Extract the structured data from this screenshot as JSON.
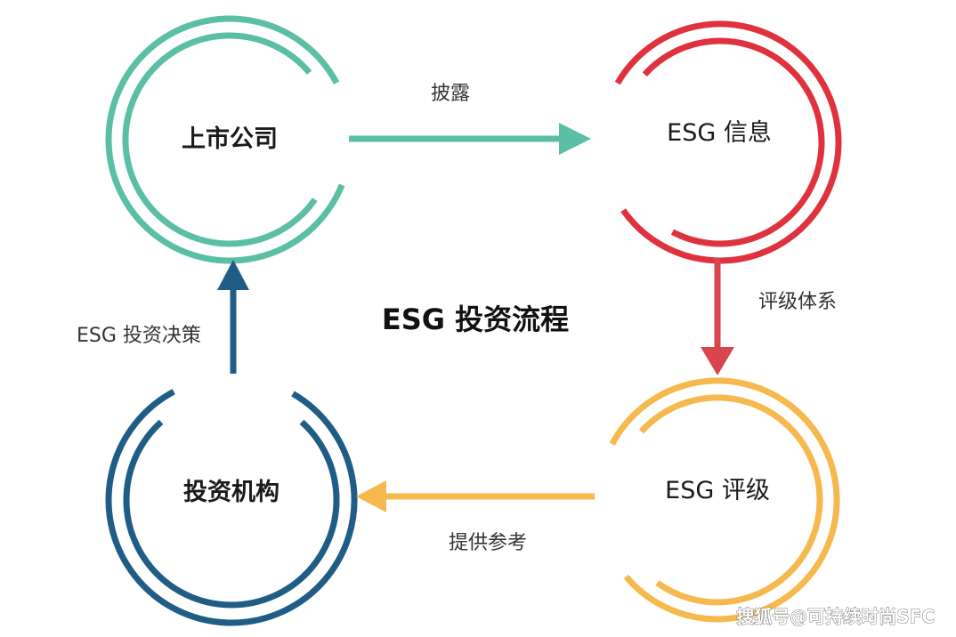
{
  "title": "ESG 投资流程",
  "nodes": {
    "listed_company": {
      "label": "上市公司",
      "color": "#5bbfa5"
    },
    "esg_info": {
      "label": "ESG 信息",
      "color": "#e0323e"
    },
    "esg_rating": {
      "label": "ESG 评级",
      "color": "#f5b94d"
    },
    "investor": {
      "label": "投资机构",
      "color": "#1f5d86"
    }
  },
  "edges": {
    "disclose": {
      "label": "披露",
      "color": "#5bbfa5"
    },
    "rating_system": {
      "label": "评级体系",
      "color": "#d9454c"
    },
    "provide_reference": {
      "label": "提供参考",
      "color": "#f5b94d"
    },
    "investment_decision": {
      "label": "ESG 投资决策",
      "color": "#1f5d86"
    }
  },
  "watermark": "搜狐号@可持续时尚SFC"
}
